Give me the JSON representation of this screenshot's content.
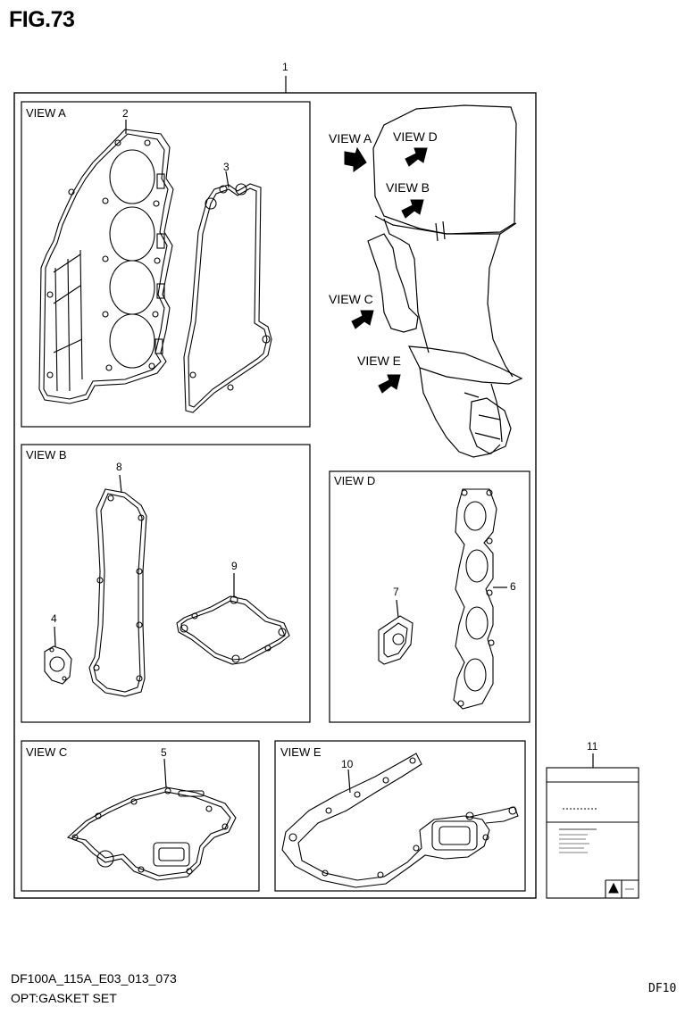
{
  "figure": {
    "title": "FIG.73"
  },
  "part_numbers": {
    "p1": "1",
    "p2": "2",
    "p3": "3",
    "p4": "4",
    "p5": "5",
    "p6": "6",
    "p7": "7",
    "p8": "8",
    "p9": "9",
    "p10": "10",
    "p11": "11"
  },
  "views": {
    "view_a": "VIEW A",
    "view_b": "VIEW B",
    "view_c": "VIEW C",
    "view_d": "VIEW D",
    "view_e": "VIEW E"
  },
  "footer": {
    "code": "DF100A_115A_E03_013_073",
    "name": "OPT:GASKET SET",
    "right": "DF10"
  }
}
